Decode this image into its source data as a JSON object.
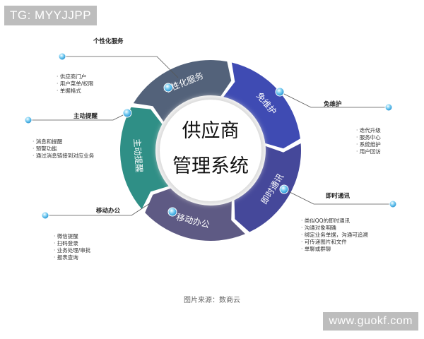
{
  "watermarks": {
    "top_left": "TG: MYYJJPP",
    "bottom_right": "www.guokf.com"
  },
  "center": {
    "line1": "供应商",
    "line2": "管理系统"
  },
  "segments": [
    {
      "label": "个性化服务",
      "color": "#53627a"
    },
    {
      "label": "免维护",
      "color": "#3f4bb3"
    },
    {
      "label": "即时通讯",
      "color": "#45489a"
    },
    {
      "label": "移动办公",
      "color": "#5e5a84"
    },
    {
      "label": "主动提醒",
      "color": "#2f8f86"
    }
  ],
  "blocks": [
    {
      "title": "个性化服务",
      "items": [
        "供应商门户",
        "用户菜单/权限",
        "单据格式"
      ]
    },
    {
      "title": "免维护",
      "items": [
        "迭代升级",
        "服务中心",
        "系统维护",
        "用户回访"
      ]
    },
    {
      "title": "即时通讯",
      "items": [
        "类似QQ的即时通讯",
        "沟通对象明确",
        "绑定业务单据，沟通可追溯",
        "可传递图片和文件",
        "单聊或群聊"
      ]
    },
    {
      "title": "移动办公",
      "items": [
        "微信提醒",
        "扫码登录",
        "业务处理/审批",
        "报表查询"
      ]
    },
    {
      "title": "主动提醒",
      "items": [
        "消息和提醒",
        "预警功能",
        "通过消息链接到对应业务"
      ]
    }
  ],
  "source": "图片来源：数商云",
  "colors": {
    "node": "#29a3e0",
    "leader": "#555555",
    "center_shadow": "#cfcfcf"
  }
}
